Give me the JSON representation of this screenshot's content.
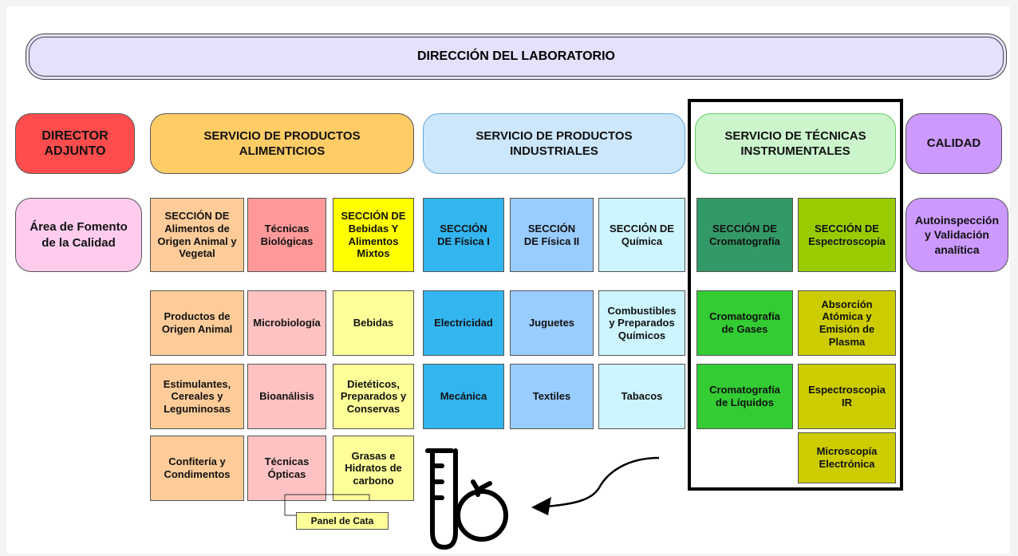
{
  "header": {
    "title": "DIRECCIÓN DEL LABORATORIO"
  },
  "colors": {
    "director": "#ff4d4d",
    "alimenticios": "#ffcc66",
    "industriales": "#cce6fb",
    "instrumentales": "#ccf5cc",
    "calidad": "#cc99ff",
    "area_fomento": "#ffccee",
    "alim_col1": "#ffcc99",
    "alim_col2": "#ff9999",
    "alim_col2_light": "#ffc2c2",
    "alim_col3_head": "#ffff00",
    "alim_col3": "#ffff99",
    "ind_col1": "#33b5f0",
    "ind_col2": "#99ccff",
    "ind_col3": "#ccf5ff",
    "crom_head": "#339966",
    "crom": "#33cc33",
    "espec_head": "#99cc00",
    "espec": "#cccc00"
  },
  "top_row": {
    "director": "DIRECTOR\nADJUNTO",
    "alimenticios": "SERVICIO DE PRODUCTOS\nALIMENTICIOS",
    "industriales": "SERVICIO DE PRODUCTOS\nINDUSTRIALES",
    "instrumentales": "SERVICIO DE TÉCNICAS\nINSTRUMENTALES",
    "calidad": "CALIDAD"
  },
  "second_row": {
    "area_fomento": "Área de Fomento\nde la Calidad",
    "autoinspeccion": "Autoinspección\ny Validación\nanalítica"
  },
  "alimenticios": {
    "col1": [
      "SECCIÓN DE\nAlimentos de\nOrigen Animal y\nVegetal",
      "Productos de\nOrigen Animal",
      "Estimulantes,\nCereales y\nLeguminosas",
      "Confitería y\nCondimentos"
    ],
    "col2": [
      "Técnicas\nBiológicas",
      "Microbiología",
      "Bioanálisis",
      "Técnicas\nÓpticas"
    ],
    "col3": [
      "SECCIÓN DE\nBebidas Y\nAlimentos\nMixtos",
      "Bebidas",
      "Dietéticos,\nPreparados y\nConservas",
      "Grasas e\nHidratos de\ncarbono"
    ],
    "panel": "Panel de Cata"
  },
  "industriales": {
    "col1": [
      "SECCIÓN\nDE Física I",
      "Electricidad",
      "Mecánica"
    ],
    "col2": [
      "SECCIÓN\nDE Física II",
      "Juguetes",
      "Textiles"
    ],
    "col3": [
      "SECCIÓN DE\nQuímica",
      "Combustibles\ny Preparados\nQuímicos",
      "Tabacos"
    ]
  },
  "instrumentales": {
    "col1": [
      "SECCIÓN DE\nCromatografía",
      "Cromatografía\nde Gases",
      "Cromatografía\nde Líquidos"
    ],
    "col2": [
      "SECCIÓN DE\nEspectroscopía",
      "Absorción\nAtómica y\nEmisión de\nPlasma",
      "Espectroscopia\nIR",
      "Microscopía\nElectrónica"
    ]
  },
  "icons": [
    "test-tube-tomato-icon",
    "curved-arrow-icon"
  ]
}
